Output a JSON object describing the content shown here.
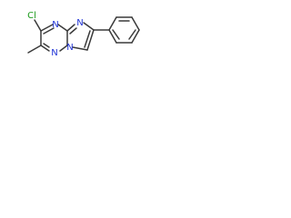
{
  "molecule": {
    "atoms": [
      {
        "id": "cl",
        "label": "Cl",
        "color": "#1a9a1a"
      },
      {
        "id": "n1",
        "label": "N",
        "color": "#1f33d6"
      },
      {
        "id": "n2",
        "label": "N",
        "color": "#1f33d6"
      },
      {
        "id": "n3",
        "label": "N",
        "color": "#1f33d6"
      },
      {
        "id": "n4",
        "label": "N",
        "color": "#1f33d6"
      }
    ]
  },
  "colors": {
    "bond": "#3a3a3a",
    "background": "#ffffff"
  }
}
